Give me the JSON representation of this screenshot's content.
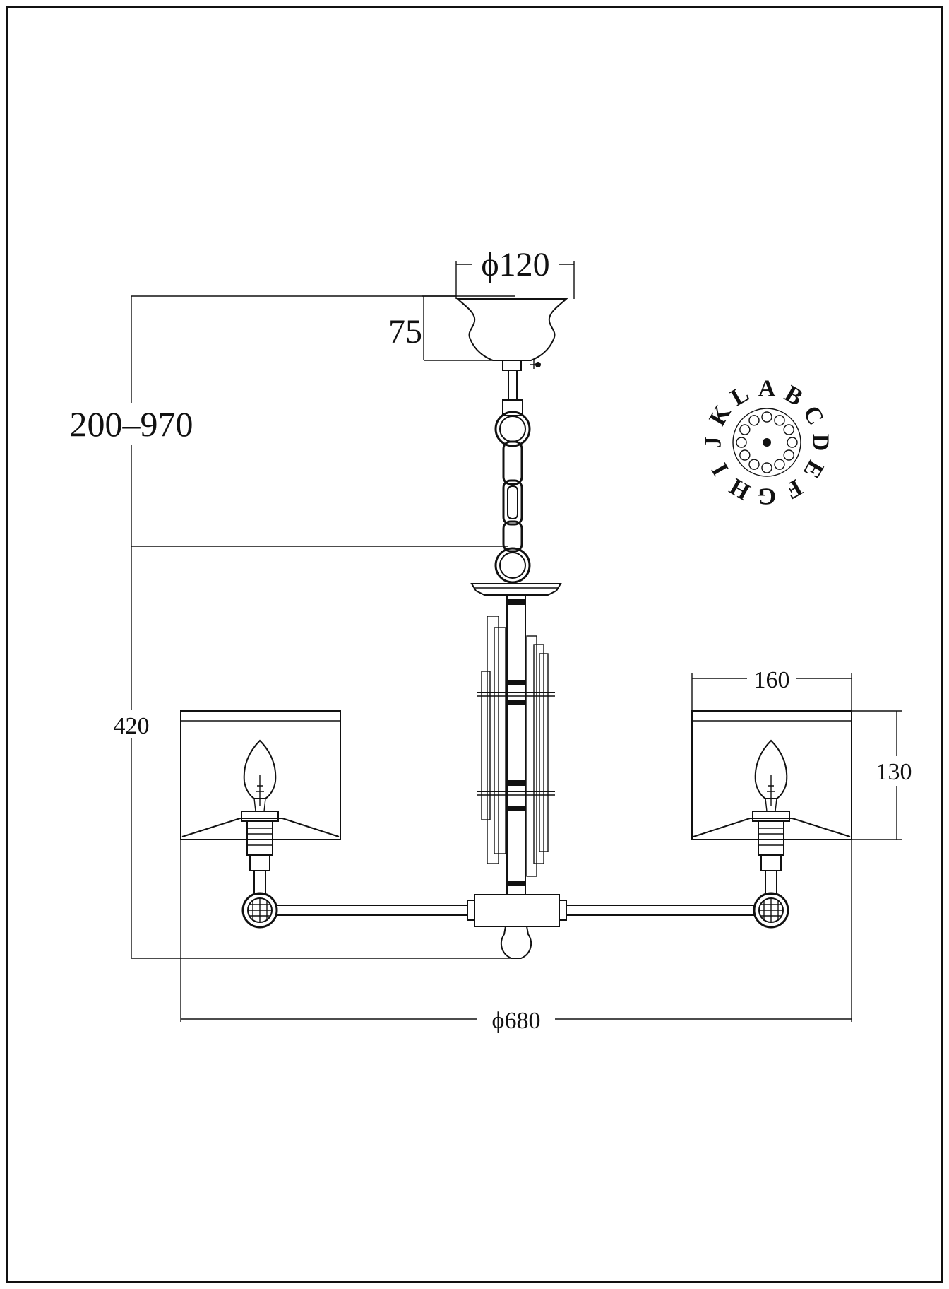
{
  "drawing": {
    "dimensions": {
      "canopy_diameter": "ϕ120",
      "canopy_height": "75",
      "adjustable_height": "200–970",
      "body_height": "420",
      "shade_width": "160",
      "shade_height": "130",
      "overall_diameter": "ϕ680"
    },
    "dial": {
      "letters": [
        "A",
        "B",
        "C",
        "D",
        "E",
        "F",
        "G",
        "H",
        "I",
        "J",
        "K",
        "L"
      ]
    }
  }
}
